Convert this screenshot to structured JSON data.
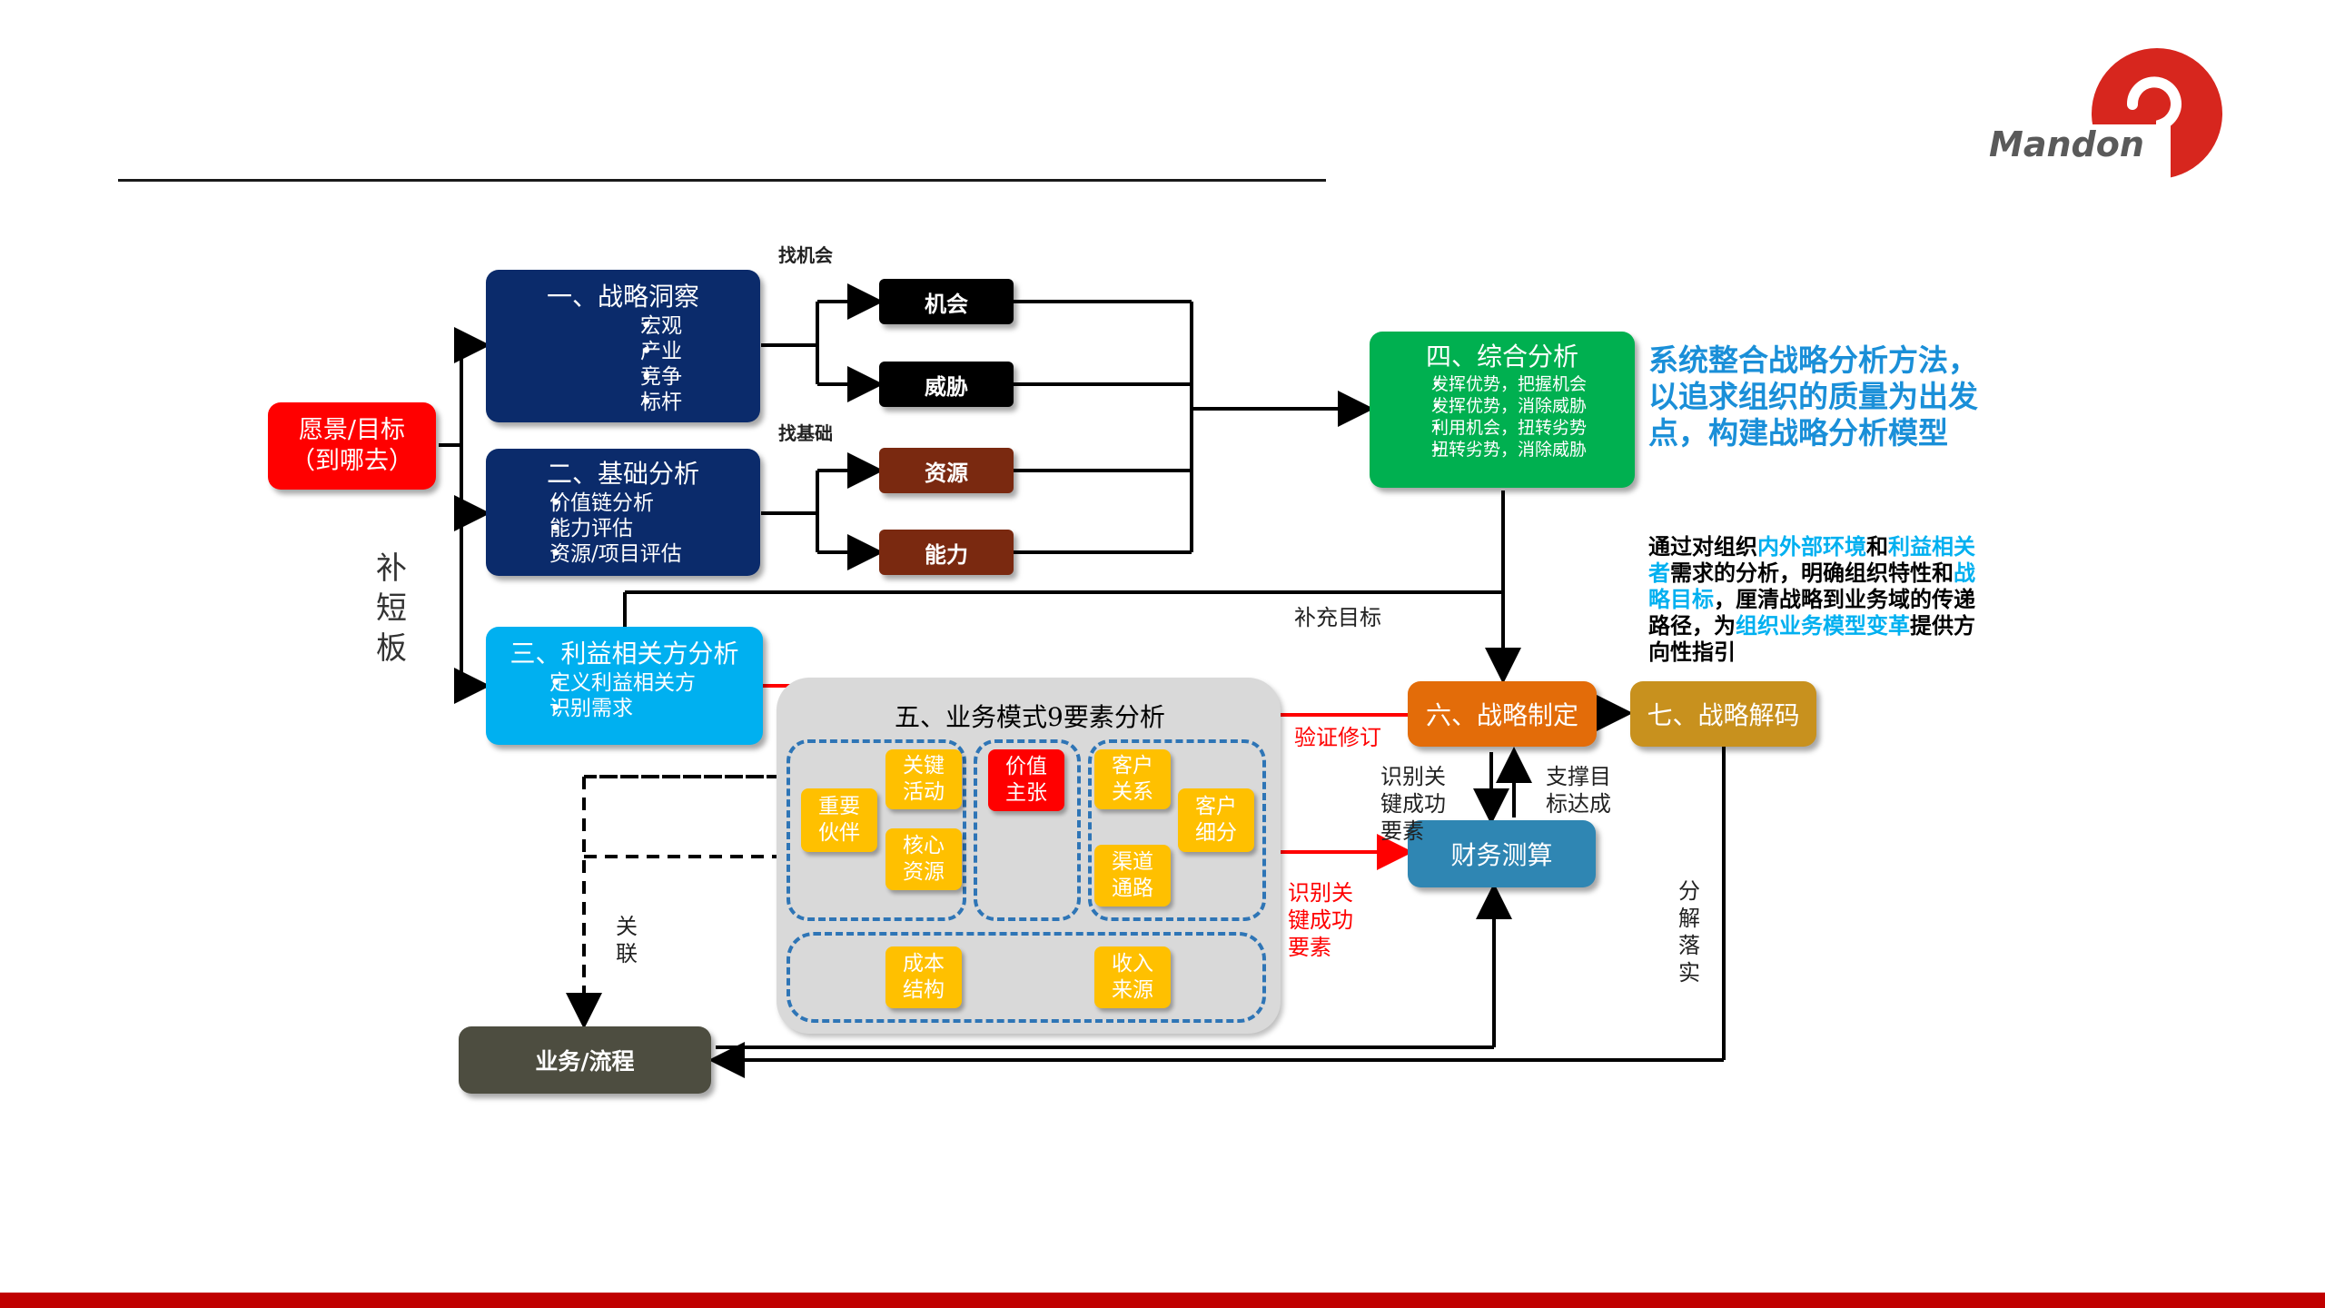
{
  "brand": {
    "name": "Mandon",
    "color": "#d7261e"
  },
  "colors": {
    "accent_red": "#c00000",
    "blue": "#1a8fd8",
    "highlight": "#00b0f0"
  },
  "nodes": {
    "vision": {
      "line1": "愿景/目标",
      "line2": "（到哪去）"
    },
    "insight": {
      "title": "一、战略洞察",
      "items": [
        "宏观",
        "产业",
        "竞争",
        "标杆"
      ]
    },
    "basic": {
      "title": "二、基础分析",
      "items": [
        "价值链分析",
        "能力评估",
        "资源/项目评估"
      ]
    },
    "stakeholder": {
      "title": "三、利益相关方分析",
      "items": [
        "定义利益相关方",
        "识别需求"
      ]
    },
    "synthesis": {
      "title": "四、综合分析",
      "items": [
        "发挥优势，把握机会",
        "发挥优势，消除威胁",
        "利用机会，扭转劣势",
        "扭转劣势，消除威胁"
      ]
    },
    "opportunity": "机会",
    "threat": "威胁",
    "resource": "资源",
    "capability": "能力",
    "business_model": {
      "title": "五、业务模式9要素分析"
    },
    "strategy": "六、战略制定",
    "decode": "七、战略解码",
    "finance": "财务测算",
    "process": "业务/流程"
  },
  "bm_elements": {
    "key_activities": "关键活动",
    "key_partners": "重要伙伴",
    "key_resources": "核心资源",
    "value_proposition": "价值主张",
    "customer_relationships": "客户关系",
    "customer_segments": "客户细分",
    "channels": "渠道通路",
    "cost_structure": "成本结构",
    "revenue_streams": "收入来源"
  },
  "labels": {
    "find_opportunity": "找机会",
    "find_basis": "找基础",
    "supplement_weakness": "补短板",
    "supplement_goal": "补充目标",
    "verify_revise": "验证修订",
    "identify_ksf_left": "识别关键成功要素",
    "identify_ksf_red": "识别关键成功要素",
    "support_goal": "支撑目标达成",
    "association": "关联",
    "decompose": "分解落实"
  },
  "notes": {
    "method": "系统整合战略分析方法，以追求组织的质量为出发点，构建战略分析模型",
    "desc": {
      "p1": "通过对组织",
      "h1": "内外部环境",
      "p2": "和",
      "h2": "利益相关者",
      "p3": "需求的分析，明确组织特性和",
      "h3": "战略目标",
      "p4": "，厘清战略到业务域的传递路径，为",
      "h4": "组织业务模型变革",
      "p5": "提供方向性指引"
    }
  }
}
